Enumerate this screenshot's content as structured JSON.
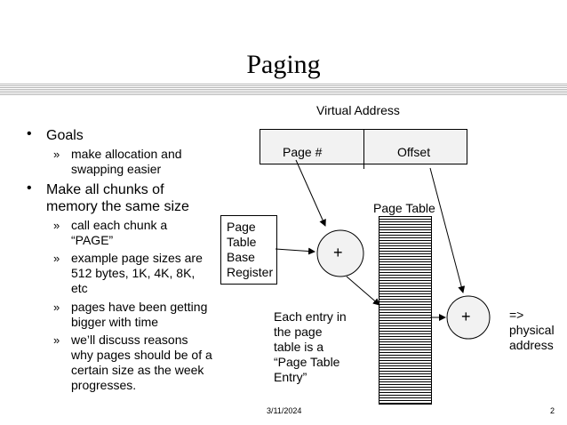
{
  "title": "Paging",
  "bullets": [
    {
      "text": "Goals",
      "subs": [
        "make allocation and swapping easier"
      ]
    },
    {
      "text": "Make all chunks of memory the same size",
      "subs": [
        "call each chunk a “PAGE”",
        "example page sizes are 512 bytes, 1K, 4K, 8K, etc",
        "pages have been getting bigger with time",
        "we’ll discuss reasons why pages should be of a certain size as the week progresses."
      ]
    }
  ],
  "bullet_symbol": "•",
  "sub_symbol": "»",
  "diagram": {
    "virtual_address_label": "Virtual Address",
    "page_number_label": "Page #",
    "offset_label": "Offset",
    "page_table_label": "Page Table",
    "ptbr_label": "Page Table Base Register",
    "adder_symbol": "+",
    "entry_note": "Each entry in the page table is a “Page Table Entry”",
    "physical_label": "=> physical address"
  },
  "footer": {
    "date": "3/11/2024",
    "page": "2"
  }
}
